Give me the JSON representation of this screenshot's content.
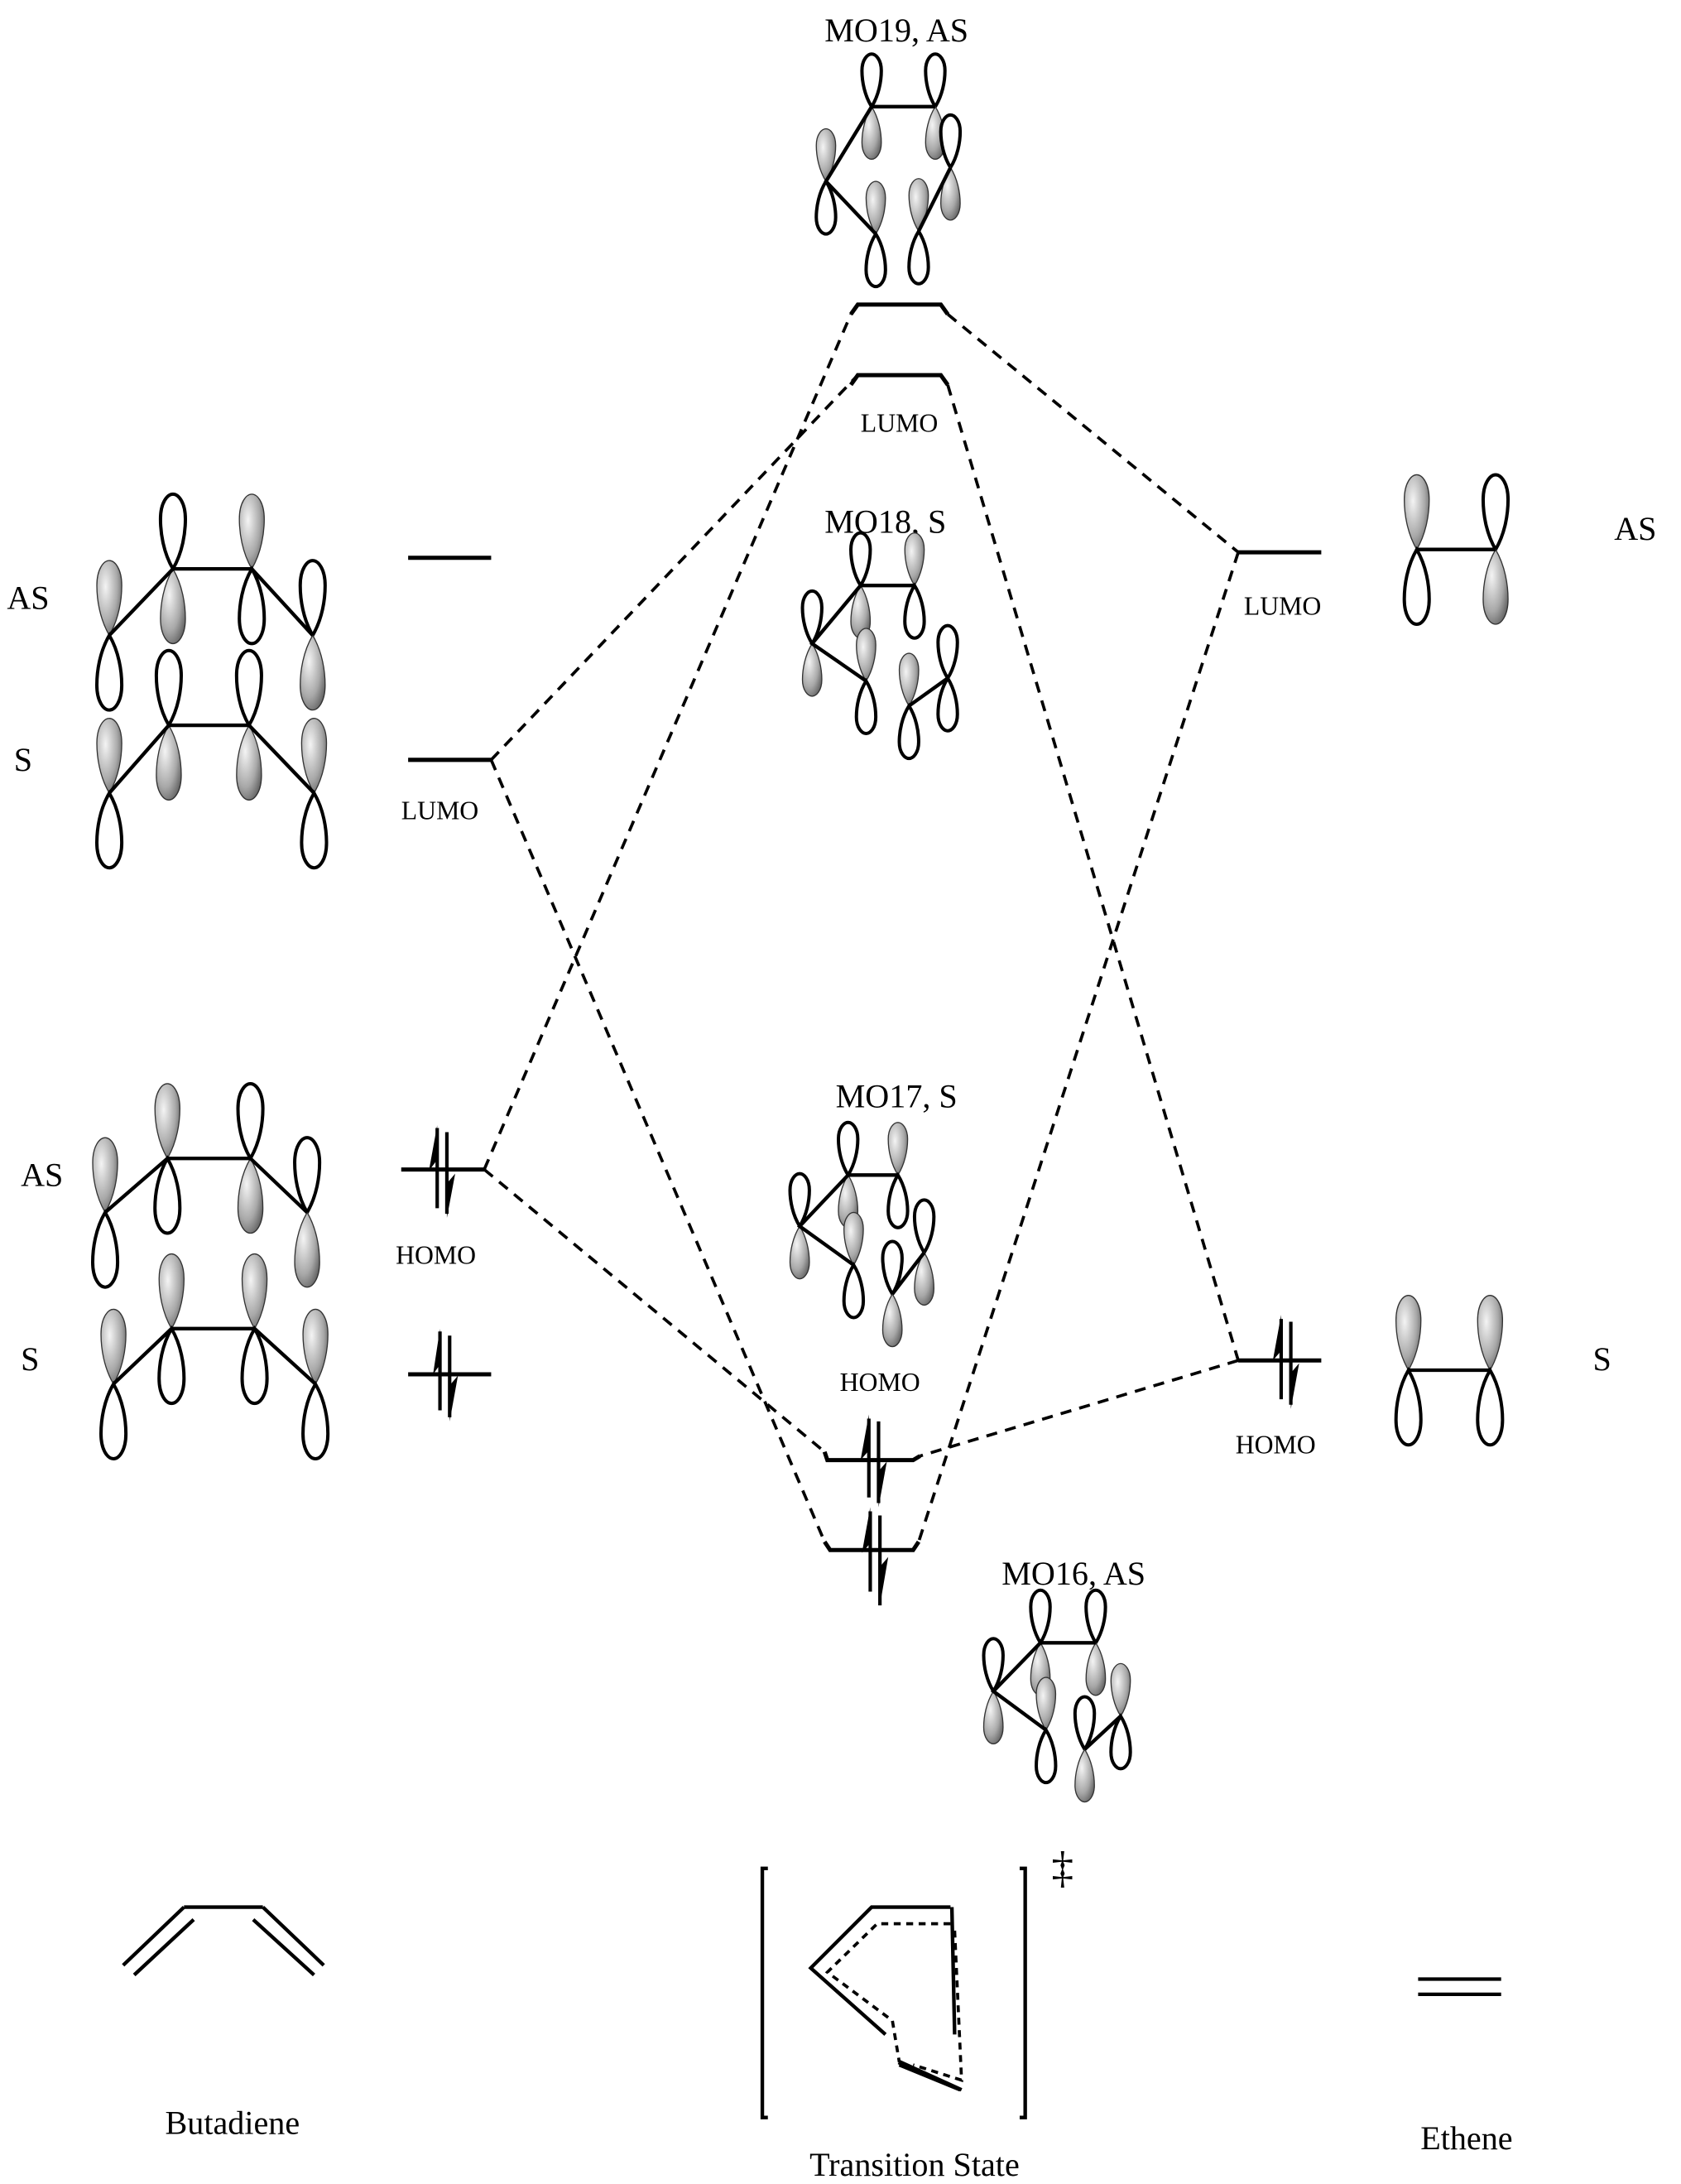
{
  "title": "Frontier molecular orbital correlation diagram for the Diels-Alder reaction",
  "columns": {
    "left": {
      "name": "Butadiene"
    },
    "center": {
      "name": "Transition State",
      "symbol": "‡"
    },
    "right": {
      "name": "Ethene"
    }
  },
  "butadiene_orbitals": [
    {
      "symmetry": "AS",
      "label": "",
      "electrons": 0
    },
    {
      "symmetry": "S",
      "label": "LUMO",
      "electrons": 0
    },
    {
      "symmetry": "AS",
      "label": "HOMO",
      "electrons": 2
    },
    {
      "symmetry": "S",
      "label": "",
      "electrons": 2
    }
  ],
  "ethene_orbitals": [
    {
      "symmetry": "AS",
      "label": "LUMO",
      "electrons": 0
    },
    {
      "symmetry": "S",
      "label": "HOMO",
      "electrons": 2
    }
  ],
  "ts_orbitals": [
    {
      "name": "MO19, AS",
      "label": "",
      "electrons": 0
    },
    {
      "name": "MO18, S",
      "label": "LUMO",
      "electrons": 0
    },
    {
      "name": "MO17, S",
      "label": "HOMO",
      "electrons": 2
    },
    {
      "name": "MO16, AS",
      "label": "",
      "electrons": 2
    }
  ],
  "colors": {
    "line": "#000000",
    "lobe_shade": "#8a8a8a",
    "background": "#ffffff"
  }
}
